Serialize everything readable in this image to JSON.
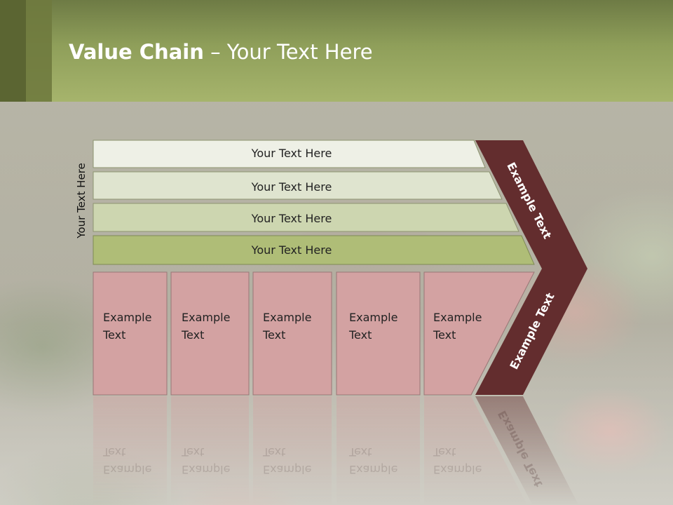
{
  "slide": {
    "title_bold": "Value Chain",
    "title_rest": " – Your Text Here"
  },
  "side_label": "Your Text Here",
  "rows": [
    {
      "label": "Your Text Here"
    },
    {
      "label": "Your Text Here"
    },
    {
      "label": "Your Text Here"
    },
    {
      "label": "Your Text Here"
    }
  ],
  "boxes": [
    {
      "line1": "Example",
      "line2": "Text"
    },
    {
      "line1": "Example",
      "line2": "Text"
    },
    {
      "line1": "Example",
      "line2": "Text"
    },
    {
      "line1": "Example",
      "line2": "Text"
    },
    {
      "line1": "Example",
      "line2": "Text"
    }
  ],
  "chevron": {
    "upper_label": "Example Text",
    "lower_label": "Example Text"
  },
  "colors": {
    "header": "#8f9f5a",
    "row1": "#eef0e6",
    "row2": "#dfe4cf",
    "row3": "#cdd6b0",
    "row4": "#afbd77",
    "box": "#d3a2a2",
    "chevron": "#632d2e"
  }
}
